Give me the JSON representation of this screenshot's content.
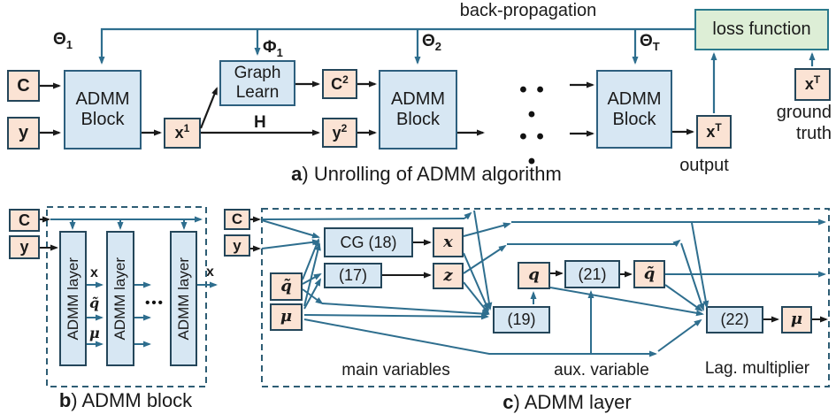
{
  "colors": {
    "teal_arrow": "#2e6e8e",
    "black_arrow": "#1a1a1a",
    "blue_fill": "#d7e7f3",
    "peach_fill": "#fbe3d4",
    "green_fill": "#ddeed6",
    "box_border": "#24465a",
    "dash_border": "#2e5d74"
  },
  "part_a": {
    "caption": {
      "bold": "a",
      "rest": ") Unrolling of ADMM algorithm"
    },
    "backprop_label": "back-propagation",
    "theta1": {
      "base": "Θ",
      "sub": "1"
    },
    "phi1": {
      "base": "Φ",
      "sub": "1"
    },
    "theta2": {
      "base": "Θ",
      "sub": "2"
    },
    "thetaT": {
      "base": "Θ",
      "sub": "T"
    },
    "box_c": "C",
    "box_y": "y",
    "admm_block": {
      "line1": "ADMM",
      "line2": "Block"
    },
    "x1": {
      "base": "x",
      "sup": "1"
    },
    "graph_learn": {
      "line1": "Graph",
      "line2": "Learn"
    },
    "c2": {
      "base": "C",
      "sup": "2"
    },
    "y2": {
      "base": "y",
      "sup": "2"
    },
    "h_label": "H",
    "dots": "• • •",
    "xt": {
      "base": "x",
      "sup": "T"
    },
    "output_label": "output",
    "loss_label": "loss function",
    "ground_truth": {
      "line1": "ground",
      "line2": "truth"
    }
  },
  "part_b": {
    "caption": {
      "bold": "b",
      "rest": ") ADMM block"
    },
    "box_c": "C",
    "box_y": "y",
    "layer_label": "ADMM layer",
    "x_label": "x",
    "qt_label": "q̃",
    "mu_label": "μ",
    "dots": "•••",
    "x_out_label": "x"
  },
  "part_c": {
    "caption": {
      "bold": "c",
      "rest": ") ADMM layer"
    },
    "box_c": "C",
    "box_y": "y",
    "cg": "CG (18)",
    "eq17": "(17)",
    "eq19": "(19)",
    "eq21": "(21)",
    "eq22": "(22)",
    "x": "x",
    "z": "z",
    "q": "q",
    "qt": "q̃",
    "mu": "μ",
    "qt_out": "q̃",
    "mu_out": "μ",
    "main_label": "main variables",
    "aux_label": "aux. variable",
    "lag_label": "Lag. multiplier"
  }
}
